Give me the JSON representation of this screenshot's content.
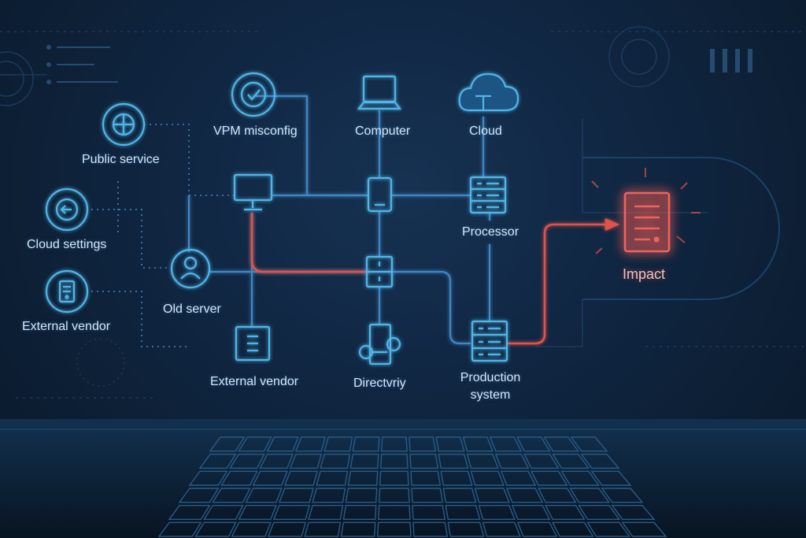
{
  "nodes": {
    "public_service": "Public service",
    "cloud_settings": "Cloud settings",
    "external_vendor_left": "External vendor",
    "vpm_misconfig": "VPM misconfig",
    "old_server": "Old server",
    "external_vendor_center": "External vendor",
    "computer": "Computer",
    "directory": "Directvriy",
    "cloud": "Cloud",
    "processor": "Processor",
    "production_system_line1": "Production",
    "production_system_line2": "system",
    "impact": "Impact"
  },
  "colors": {
    "line_blue": "#3f86c4",
    "icon_blue": "#4fb6e8",
    "attack_red": "#e0524a",
    "text": "#d6e6f5"
  },
  "icons": {
    "public_service": "globe-icon",
    "cloud_settings": "back-arrow-icon",
    "external_vendor_left": "device-icon",
    "vpm_misconfig": "check-icon",
    "old_server": "user-icon",
    "monitor": "monitor-icon",
    "external_vendor_center": "document-icon",
    "computer": "laptop-icon",
    "tablet": "tablet-icon",
    "switch": "switch-icon",
    "directory": "network-icon",
    "cloud": "cloud-icon",
    "processor": "server-icon",
    "production_system": "server-icon",
    "impact": "alert-document-icon",
    "keyboard": "keyboard-icon"
  }
}
